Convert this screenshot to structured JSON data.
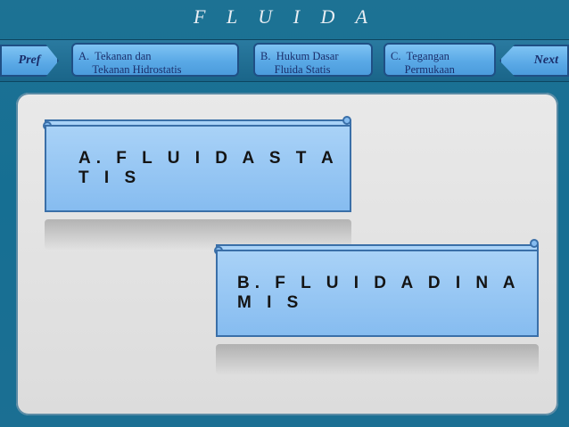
{
  "title": "F L U I D A",
  "nav": {
    "prev_label": "Pref",
    "next_label": "Next",
    "buttons": [
      {
        "label": "A.  Tekanan dan\n     Tekanan Hidrostatis"
      },
      {
        "label": "B.  Hukum Dasar\n     Fluida Statis"
      },
      {
        "label": "C.  Tegangan\n     Permukaan"
      }
    ]
  },
  "cards": [
    {
      "letter": "A.",
      "label": "F L U I D A   S T A T I S"
    },
    {
      "letter": "B.",
      "label": "F L U I D A   D I N A M I S"
    }
  ],
  "colors": {
    "background": "#1d7294",
    "button_fill": "#5aa9e6",
    "button_border": "#1f4f85",
    "card_fill": "#a9d2f7",
    "panel": "#e3e3e3"
  }
}
